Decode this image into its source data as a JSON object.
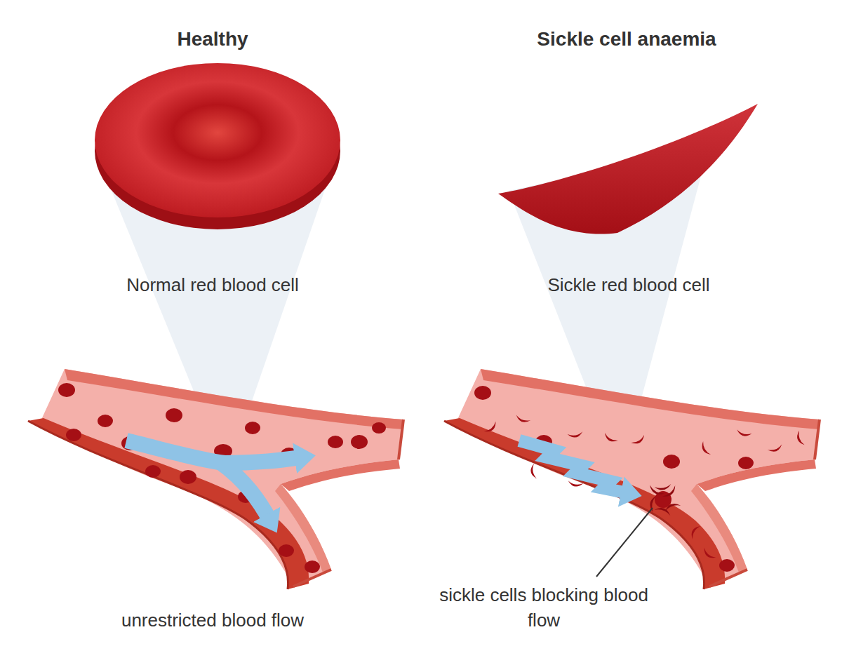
{
  "diagram": {
    "labels": [
      "Healthy",
      "Sickle cell anaemia",
      "Normal red blood cell",
      "Sickle red blood cell",
      "unrestricted blood flow",
      "sickle cells blocking blood flow"
    ]
  }
}
